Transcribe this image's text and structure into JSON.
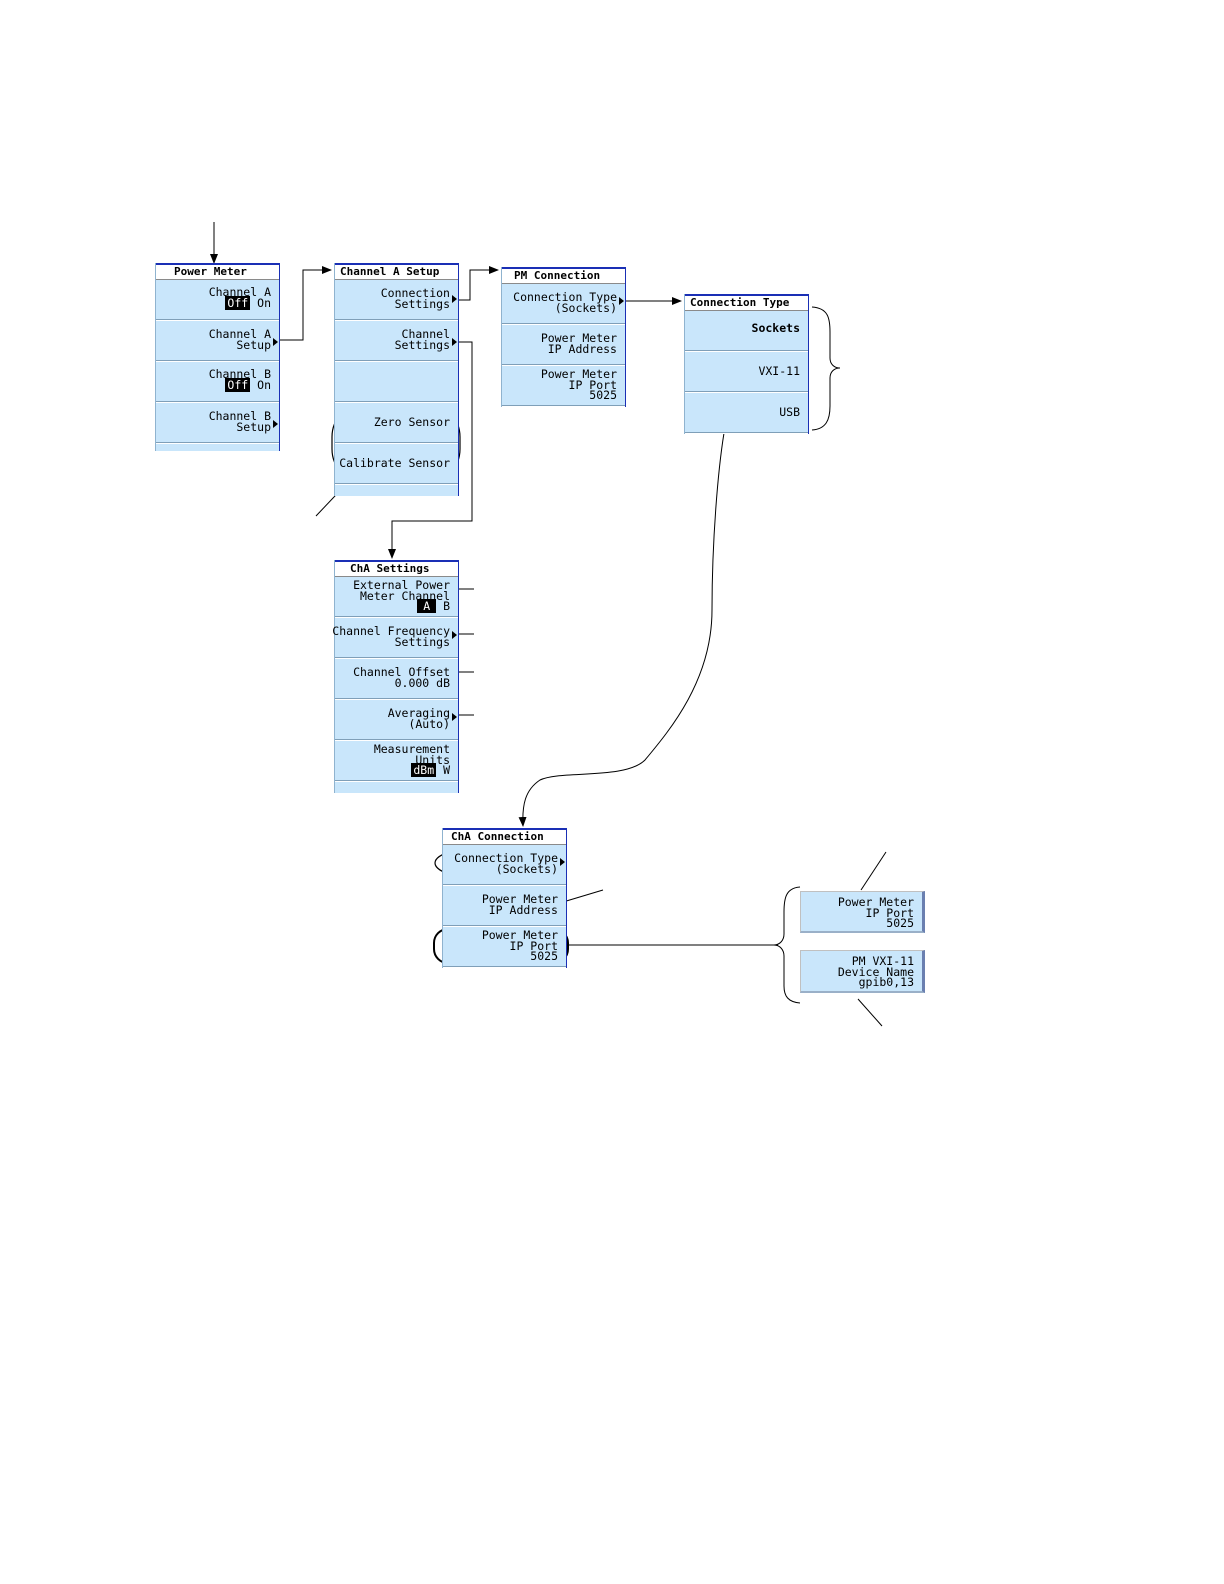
{
  "power_meter": {
    "title": "Power Meter",
    "keys": [
      {
        "line1": "Channel A",
        "opt_sel": "Off",
        "opt_other": "On"
      },
      {
        "line1": "Channel A",
        "line2": "Setup"
      },
      {
        "line1": "Channel B",
        "opt_sel": "Off",
        "opt_other": "On"
      },
      {
        "line1": "Channel B",
        "line2": "Setup"
      }
    ]
  },
  "channel_a_setup": {
    "title": "Channel A Setup",
    "keys": [
      {
        "line1": "Connection",
        "line2": "Settings"
      },
      {
        "line1": "Channel",
        "line2": "Settings"
      },
      {
        "line1": ""
      },
      {
        "line1": "Zero Sensor"
      },
      {
        "line1": "Calibrate Sensor"
      }
    ]
  },
  "pm_connection": {
    "title": "PM Connection",
    "keys": [
      {
        "line1": "Connection Type",
        "line2": "(Sockets)"
      },
      {
        "line1": "Power Meter",
        "line2": "IP Address"
      },
      {
        "line1": "Power Meter",
        "line2": "IP Port",
        "line3": "5025"
      }
    ]
  },
  "connection_type": {
    "title": "Connection Type",
    "keys": [
      {
        "line1": "Sockets"
      },
      {
        "line1": "VXI-11"
      },
      {
        "line1": "USB"
      }
    ]
  },
  "cha_settings": {
    "title": "ChA Settings",
    "keys": [
      {
        "line1": "External Power",
        "line2": "Meter Channel",
        "opt_sel": "A",
        "opt_other": "B"
      },
      {
        "line1": "Channel Frequency",
        "line2": "Settings"
      },
      {
        "line1": "Channel Offset",
        "line2": "0.000 dB"
      },
      {
        "line1": "Averaging",
        "line2": "(Auto)"
      },
      {
        "line1": "Measurement",
        "line2": "Units",
        "opt_sel": "dBm",
        "opt_other": "W"
      }
    ]
  },
  "cha_connection": {
    "title": "ChA Connection",
    "keys": [
      {
        "line1": "Connection Type",
        "line2": "(Sockets)"
      },
      {
        "line1": "Power Meter",
        "line2": "IP Address"
      },
      {
        "line1": "Power Meter",
        "line2": "IP Port",
        "line3": "5025"
      }
    ]
  },
  "alt_keys": {
    "ip_port": {
      "line1": "Power Meter",
      "line2": "IP Port",
      "line3": "5025"
    },
    "vxi_device": {
      "line1": "PM VXI-11",
      "line2": "Device Name",
      "line3": "gpib0,13"
    }
  }
}
